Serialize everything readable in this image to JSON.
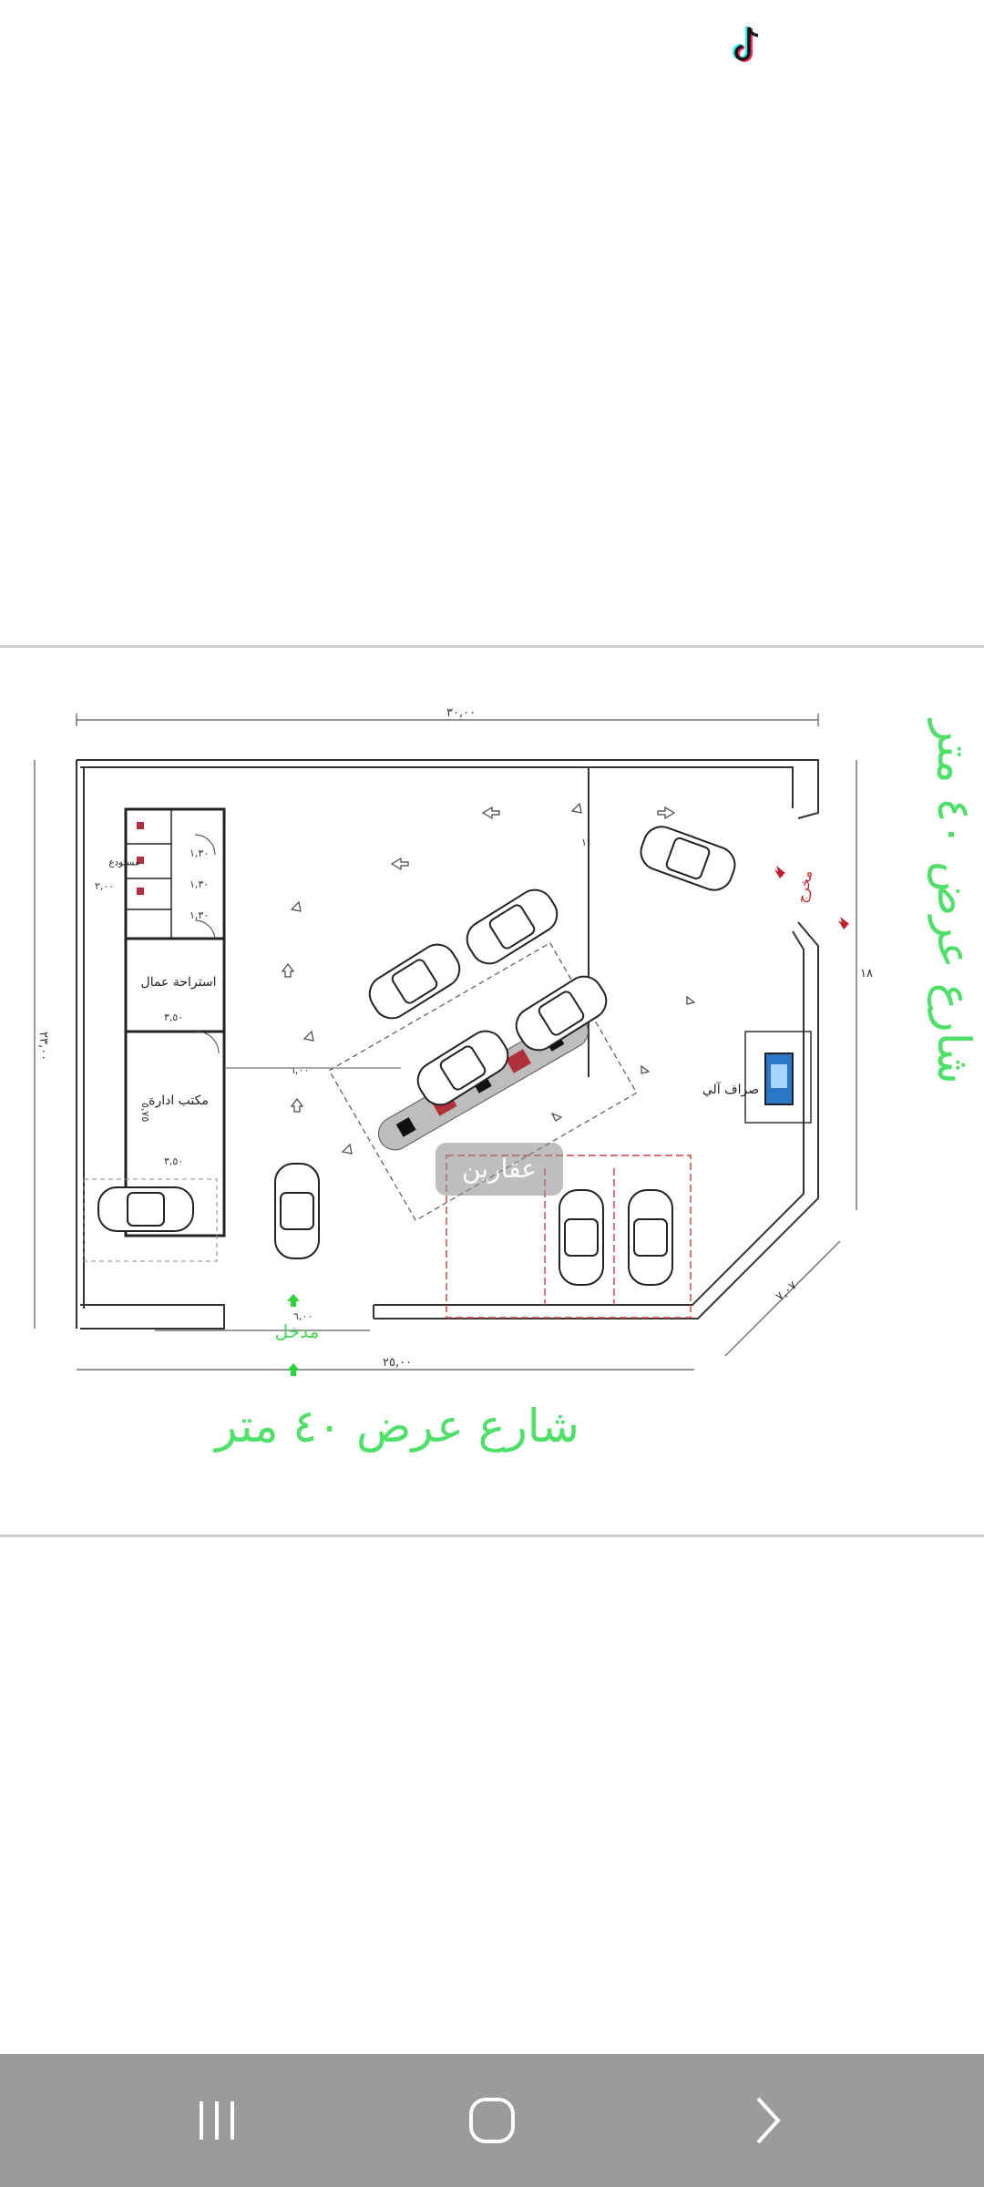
{
  "status": {
    "notification_icon": "tiktok-icon"
  },
  "plan": {
    "street_bottom": "شارع عرض ٤٠ متر",
    "street_right": "شارع عرض ٤٠ متر",
    "entrance": "مدخل",
    "exit": "مخرج",
    "atm": "صراف آلي",
    "admin_office": "مكتب ادارة",
    "workers_rest": "استراحة عمال",
    "store": "مستودع",
    "watermark": "عقارين",
    "dims": {
      "top_width": "٣٠,٠٠",
      "bottom_width": "٢٥,٠٠",
      "left_height": "٢٣,٠٠",
      "right_height": "١٨",
      "corner_chamfer": "٧,٠٧",
      "office_width_1": "٣,٥٠",
      "office_width_2": "٣,٥٠",
      "office_depth": "٥,٧٥",
      "wc_1": "١,٣٠",
      "wc_2": "١,٣٠",
      "wc_3": "١,٣٠",
      "span_6": "٦,٠٠",
      "side_2": "٢,٠٠",
      "entrance_width": "٦,٠٠",
      "gap_10": "١٠"
    }
  },
  "nav": {
    "recents_icon": "recent-apps-icon",
    "home_icon": "home-icon",
    "back_icon": "back-icon"
  }
}
